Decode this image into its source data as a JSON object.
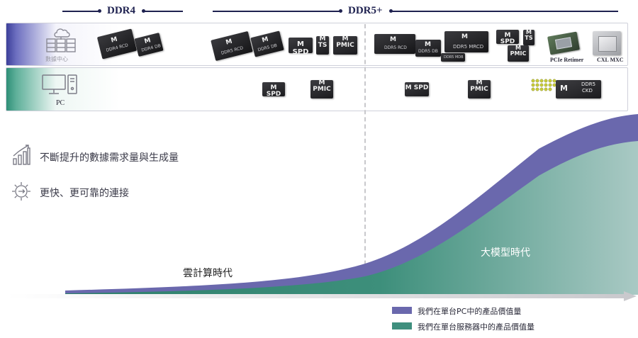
{
  "generations": {
    "ddr4": "DDR4",
    "ddr5": "DDR5+"
  },
  "rows": {
    "datacenter": {
      "label": "數據中心"
    },
    "pc": {
      "label": "PC"
    }
  },
  "chips": {
    "rcd": "DDR4 RCD",
    "db": "DDR4 DB",
    "ddr5_rcd": "DDR5 RCD",
    "ddr5_db": "DDR5 DB",
    "mrcd": "DDR5 MRCD",
    "mdb": "DDR5 MDB",
    "spd": "SPD",
    "ts": "TS",
    "pmic": "PMIC",
    "ckd_line1": "DDR5",
    "ckd_line2": "CKD",
    "logo": "M"
  },
  "captions": {
    "pcie_retimer": "PCIe Retimer",
    "cxl_mxc": "CXL MXC"
  },
  "features": {
    "demand": "不斷提升的數據需求量與生成量",
    "connect": "更快、更可靠的連接"
  },
  "eras": {
    "cloud": "雲計算時代",
    "large_model": "大模型時代"
  },
  "legend": {
    "pc": "我們在單台PC中的產品價值量",
    "server": "我們在單台服務器中的產品價值量"
  },
  "colors": {
    "pc_value": "#6a68ad",
    "server_value": "#3f8f7e",
    "brand_navy": "#1f2250"
  }
}
